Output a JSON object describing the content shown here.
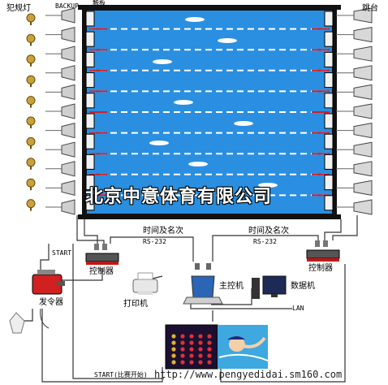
{
  "labels": {
    "false_start_light": "犯规灯",
    "backup": "BACKUP",
    "touch_pad": "触板",
    "start_block": "跳台",
    "time_rank_left": "时间及名次",
    "rs232_left": "RS-232",
    "time_rank_right": "时间及名次",
    "rs232_right": "RS-232",
    "start": "START",
    "controller_left": "控制器",
    "controller_right": "控制器",
    "starter": "发令器",
    "printer": "打印机",
    "main_pc": "主控机",
    "data_pc": "数据机",
    "lan": "LAN",
    "start_bottom": "START(比赛开始)",
    "watermark": "北京中意体育有限公司",
    "url": "http://www.pengyedidai.sm160.com"
  },
  "colors": {
    "pool": "#2a8fe0",
    "lane_rope_red": "#d0202a",
    "lane_rope_white": "#ffffff",
    "deck": "#111111",
    "scoreboard": "#1b1030",
    "scoreboard_digit": "#e0303a"
  },
  "icons": [
    "false-start-light-icon",
    "backup-speaker-icon",
    "start-block-icon",
    "controller-icon",
    "starter-pistol-icon",
    "printer-icon",
    "laptop-icon",
    "desktop-pc-icon",
    "scoreboard-icon",
    "swimmer-icon"
  ]
}
